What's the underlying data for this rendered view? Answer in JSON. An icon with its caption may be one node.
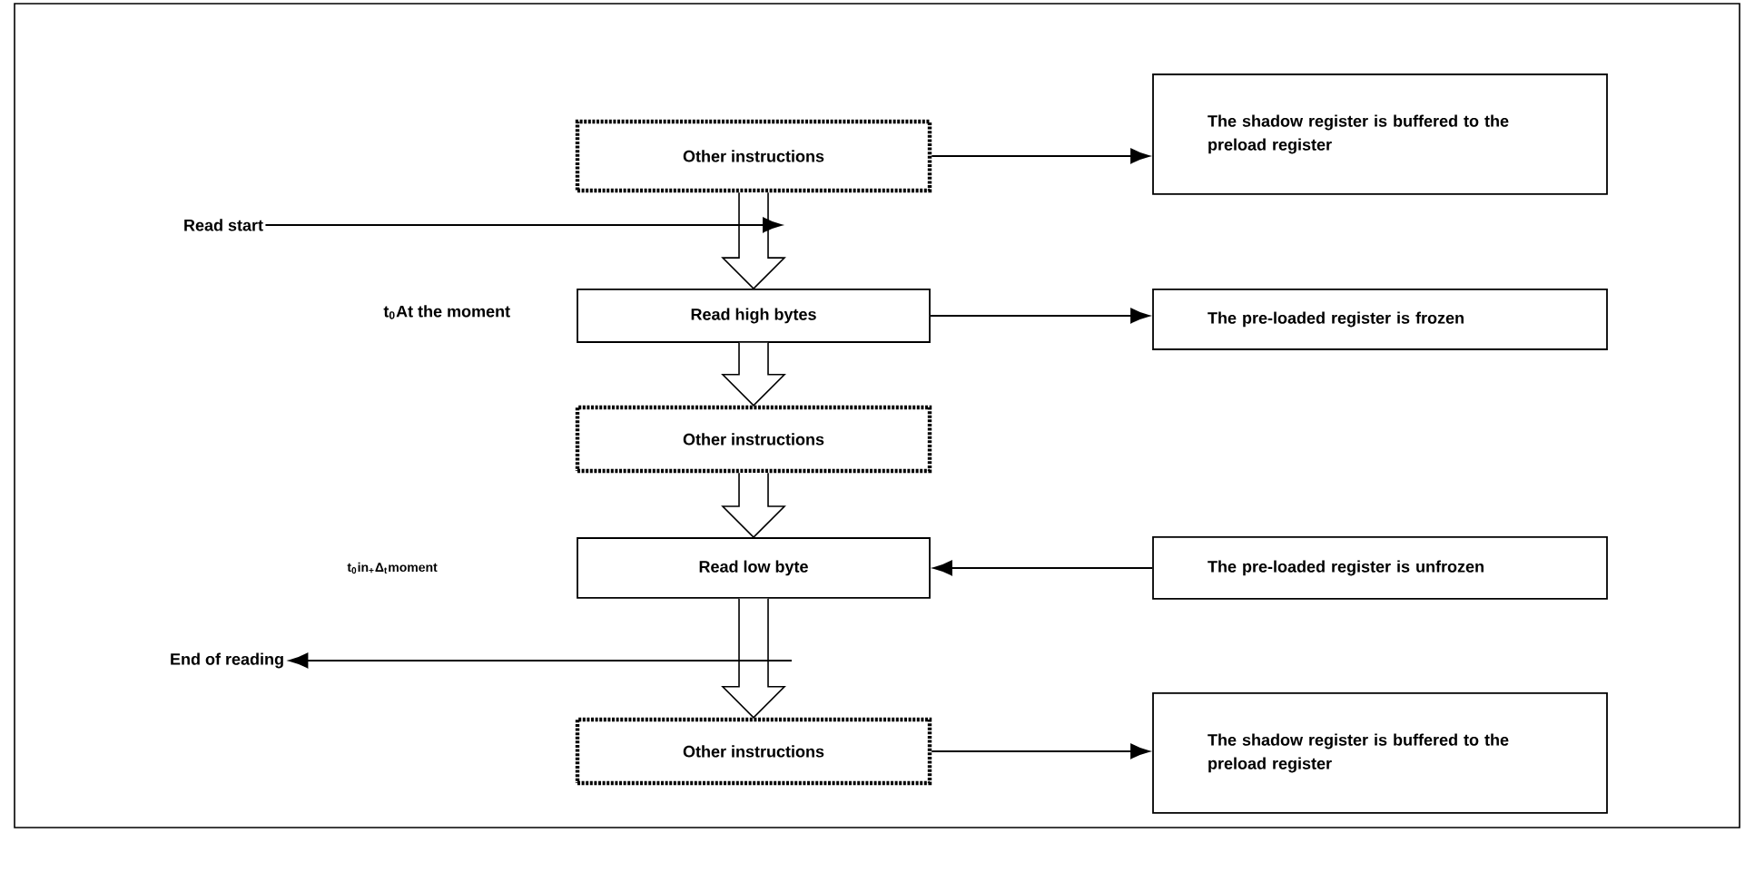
{
  "diagram": {
    "nodes": [
      {
        "text": [
          "Other instructions"
        ]
      },
      {
        "text": [
          "The shadow register is buffered to the preload register"
        ]
      },
      {
        "text": [
          "Read start"
        ]
      },
      {
        "text": [
          "Read high bytes"
        ]
      },
      {
        "text": [
          "The pre-loaded register is frozen"
        ]
      },
      {
        "text": [
          "Other instructions"
        ]
      },
      {
        "text": [
          "Read low byte"
        ]
      },
      {
        "text": [
          "The pre-loaded register is unfrozen"
        ]
      },
      {
        "text": [
          "End of reading"
        ]
      },
      {
        "text": [
          "Other instructions"
        ]
      },
      {
        "text": [
          "The shadow register is buffered to the preload register"
        ]
      }
    ],
    "edges": [
      {
        "from": 0,
        "to": 1,
        "arrow": "to"
      },
      {
        "from": 0,
        "to": 3,
        "arrow": "to",
        "style": "thick"
      },
      {
        "from": 2,
        "to": null,
        "arrow": "to"
      },
      {
        "from": 3,
        "to": 4,
        "arrow": "to"
      },
      {
        "from": 3,
        "to": 5,
        "arrow": "to",
        "style": "thick"
      },
      {
        "from": 5,
        "to": 6,
        "arrow": "to",
        "style": "thick"
      },
      {
        "from": 7,
        "to": 6,
        "arrow": "to"
      },
      {
        "from": 6,
        "to": 9,
        "arrow": "to",
        "style": "thick"
      },
      {
        "from": null,
        "to": 8,
        "arrow": "to"
      },
      {
        "from": 9,
        "to": 10,
        "arrow": "to"
      }
    ],
    "labels": [
      "t$_{0}$At the moment",
      "t$_{0}$in$_{+}$Δ$_{t}$moment"
    ]
  }
}
